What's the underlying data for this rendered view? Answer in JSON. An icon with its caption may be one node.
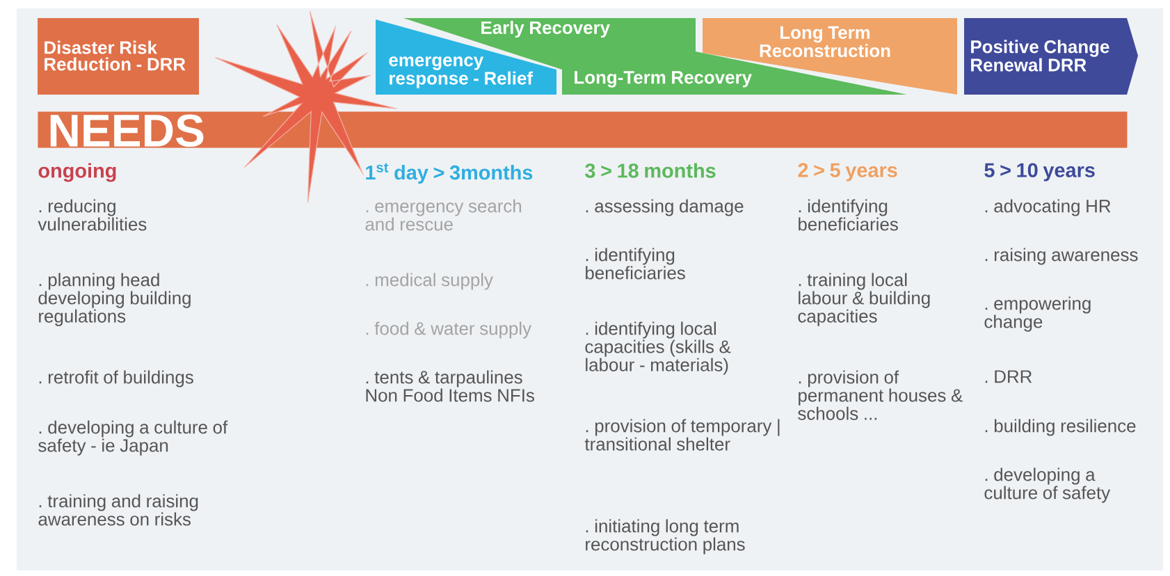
{
  "diagram": {
    "nodes": [
      {
        "text": [
          "Disaster Risk Reduction - DRR"
        ]
      },
      {
        "text": [
          "Early Recovery",
          "Long-Term Recovery"
        ]
      },
      {
        "text": [
          "emergency response - Relief"
        ]
      },
      {
        "text": [
          "Long Term Reconstruction"
        ]
      },
      {
        "text": [
          "Positive Change Renewal DRR"
        ]
      },
      {
        "text": [
          "NEEDS"
        ]
      }
    ],
    "labels": [
      "ongoing",
      ". reducing vulnerabilities",
      ". planning head developing building regulations",
      ". retrofit of buildings",
      ". developing a culture of safety - ie Japan",
      ". training and raising awareness on risks",
      "1$^{st}$ day > 3months",
      ". emergency search and rescue",
      ". medical supply",
      ". food & water supply",
      ". tents & tarpaulines Non Food Items NFIs",
      "3 > 18 months",
      ". assessing damage",
      ". identifying beneficiaries",
      ". identifying local capacities (skills & labour - materials)",
      ". provision of temporary | transitional shelter",
      ". initiating long term reconstruction plans",
      "2 > 5 years",
      ". identifying beneficiaries",
      ". training local labour & building capacities",
      ". provision of permanent houses & schools ...",
      "5 > 10 years",
      ". advocating HR",
      ". raising awareness",
      ". empowering change",
      ". DRR",
      ". building resilience",
      ". developing a culture of safety"
    ]
  }
}
